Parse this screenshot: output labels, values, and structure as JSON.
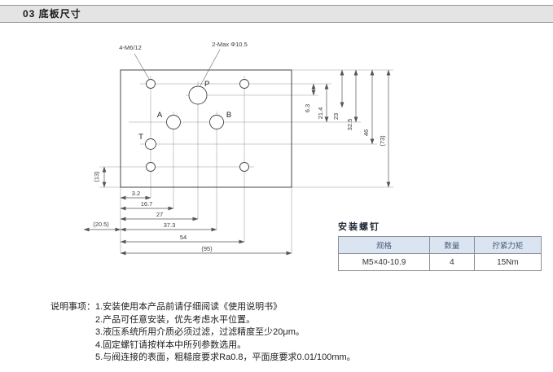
{
  "header": {
    "title": "03 底板尺寸"
  },
  "drawing": {
    "callouts": {
      "bolt_holes": "4-M6/12",
      "max_diameter": "2-Max Φ10.5"
    },
    "ports": {
      "p": "P",
      "a": "A",
      "b": "B",
      "t": "T"
    },
    "dims_right": [
      "6.3",
      "21.4",
      "23",
      "32.5",
      "46",
      "(73)"
    ],
    "dims_bottom": [
      "3.2",
      "16.7",
      "27",
      "37.3",
      "54",
      "(95)"
    ],
    "dims_left": {
      "offset": "(20.5)",
      "height": "(13)"
    }
  },
  "screw_table": {
    "title": "安装螺钉",
    "headers": [
      "规格",
      "数量",
      "拧紧力矩"
    ],
    "row": [
      "M5×40-10.9",
      "4",
      "15Nm"
    ]
  },
  "notes": {
    "label": "说明事项：",
    "items": [
      "1.安装使用本产品前请仔细阅读《使用说明书》",
      "2.产品可任意安装，优先考虑水平位置。",
      "3.液压系统所用介质必须过滤，过滤精度至少20μm。",
      "4.固定螺钉请按样本中所列参数选用。",
      "5.与阀连接的表面，粗糙度要求Ra0.8，平面度要求0.01/100mm。"
    ]
  }
}
